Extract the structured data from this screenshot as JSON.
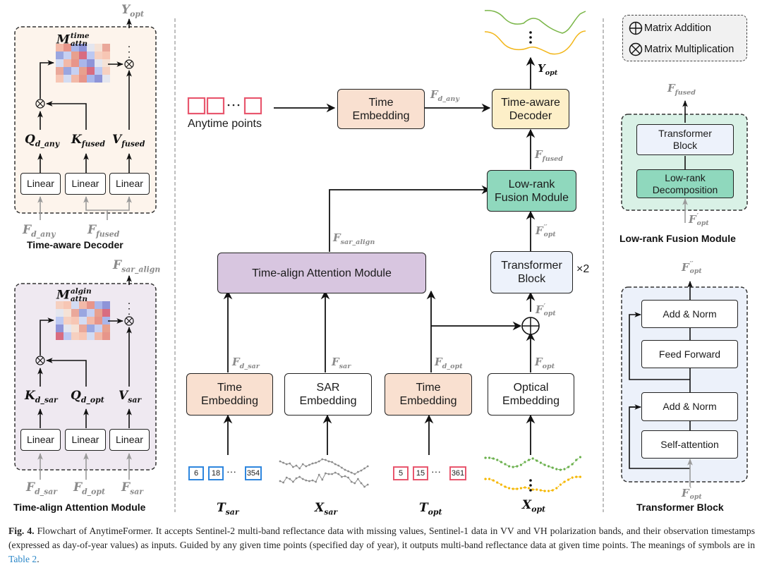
{
  "figure": {
    "title": "Flowchart of AnytimeFormer",
    "colors": {
      "time_embedding": "#f9e0d0",
      "time_aware_decoder": "#fdefc8",
      "low_rank_fusion": "#8fd8bd",
      "time_align_module": "#d8c6e0",
      "transformer_block": "#edf2fb",
      "decoder_panel_bg": "#fdf4ec",
      "align_panel_bg": "#efe9f1",
      "fusion_panel_bg": "#d9f1e6",
      "transformer_panel_bg": "#ecf1fa",
      "t_sar_box": "#2e86de",
      "t_opt_box": "#e8576e",
      "anytime_box": "#e8576e",
      "optical_green": "#6ab04c",
      "optical_yellow": "#f5b700",
      "sar_grey": "#888888",
      "symbol_grey": "#8a8a8a"
    }
  },
  "main": {
    "anytime_points_label": "Anytime points",
    "boxes": {
      "time_embedding_top": "Time\nEmbedding",
      "time_aware_decoder": "Time-aware\nDecoder",
      "low_rank_fusion": "Low-rank\nFusion Module",
      "time_align_module": "Time-align Attention Module",
      "transformer_block": "Transformer\nBlock",
      "time_embedding_sar": "Time\nEmbedding",
      "sar_embedding": "SAR\nEmbedding",
      "time_embedding_opt": "Time\nEmbedding",
      "optical_embedding": "Optical\nEmbedding"
    },
    "repeat_label": "×2",
    "symbols": {
      "F_d_any": {
        "base": "F",
        "sub": "d_any"
      },
      "Y_opt": {
        "base": "Y",
        "sub": "opt"
      },
      "F_fused": {
        "base": "F",
        "sub": "fused"
      },
      "F_sar_align": {
        "base": "F",
        "sub": "sar_align"
      },
      "F_opt_pp": {
        "base": "F",
        "sup": "′′",
        "sub": "opt"
      },
      "F_opt_p": {
        "base": "F",
        "sup": "′",
        "sub": "opt"
      },
      "F_d_sar": {
        "base": "F",
        "sub": "d_sar"
      },
      "F_sar": {
        "base": "F",
        "sub": "sar"
      },
      "F_d_opt": {
        "base": "F",
        "sub": "d_opt"
      },
      "F_opt": {
        "base": "F",
        "sub": "opt"
      },
      "T_sar": {
        "base": "T",
        "sub": "sar"
      },
      "X_sar": {
        "base": "X",
        "sub": "sar"
      },
      "T_opt": {
        "base": "T",
        "sub": "opt"
      },
      "X_opt": {
        "base": "X",
        "sub": "opt"
      }
    },
    "t_sar_values": [
      "6",
      "18",
      "354"
    ],
    "t_opt_values": [
      "5",
      "15",
      "361"
    ],
    "ellipsis": "···"
  },
  "decoder_panel": {
    "title": "Time-aware Decoder",
    "matrix_label": {
      "base": "M",
      "sup": "time",
      "sub": "attn"
    },
    "output": {
      "base": "Y",
      "sub": "opt"
    },
    "linear_labels": [
      "Linear",
      "Linear",
      "Linear"
    ],
    "qkv": [
      {
        "base": "Q",
        "sub": "d_any"
      },
      {
        "base": "K",
        "sub": "fused"
      },
      {
        "base": "V",
        "sub": "fused"
      }
    ],
    "inputs": [
      {
        "base": "F",
        "sub": "d_any"
      },
      {
        "base": "F",
        "sub": "fused"
      }
    ]
  },
  "align_panel": {
    "title": "Time-align Attention Module",
    "matrix_label": {
      "base": "M",
      "sup": "algin",
      "sub": "attn"
    },
    "output": {
      "base": "F",
      "sub": "sar_align"
    },
    "linear_labels": [
      "Linear",
      "Linear",
      "Linear"
    ],
    "qkv": [
      {
        "base": "K",
        "sub": "d_sar"
      },
      {
        "base": "Q",
        "sub": "d_opt"
      },
      {
        "base": "V",
        "sub": "sar"
      }
    ],
    "inputs": [
      {
        "base": "F",
        "sub": "d_sar"
      },
      {
        "base": "F",
        "sub": "d_opt"
      },
      {
        "base": "F",
        "sub": "sar"
      }
    ]
  },
  "legend": {
    "items": [
      {
        "icon": "circle-plus-icon",
        "label": "Matrix Addition"
      },
      {
        "icon": "circle-times-icon",
        "label": "Matrix Multiplication"
      }
    ]
  },
  "fusion_panel": {
    "title": "Low-rank Fusion Module",
    "output": {
      "base": "F",
      "sub": "fused"
    },
    "input": {
      "base": "F",
      "sup": "′",
      "sub": "opt"
    },
    "boxes": [
      "Transformer\nBlock",
      "Low-rank\nDecomposition"
    ]
  },
  "transformer_panel": {
    "title": "Transformer Block",
    "output": {
      "base": "F",
      "sup": "′′",
      "sub": "opt"
    },
    "input": {
      "base": "F",
      "sup": "′",
      "sub": "opt"
    },
    "boxes": [
      "Add & Norm",
      "Feed Forward",
      "Add & Norm",
      "Self-attention"
    ]
  },
  "caption": {
    "label": "Fig. 4.",
    "text": "Flowchart of AnytimeFormer. It accepts Sentinel-2 multi-band reflectance data with missing values, Sentinel-1 data in VV and VH polarization bands, and their observation timestamps (expressed as day-of-year values) as inputs. Guided by any given time points (specified day of year), it outputs multi-band reflectance data at given time points. The meanings of symbols are in ",
    "link": "Table 2",
    "end": "."
  }
}
